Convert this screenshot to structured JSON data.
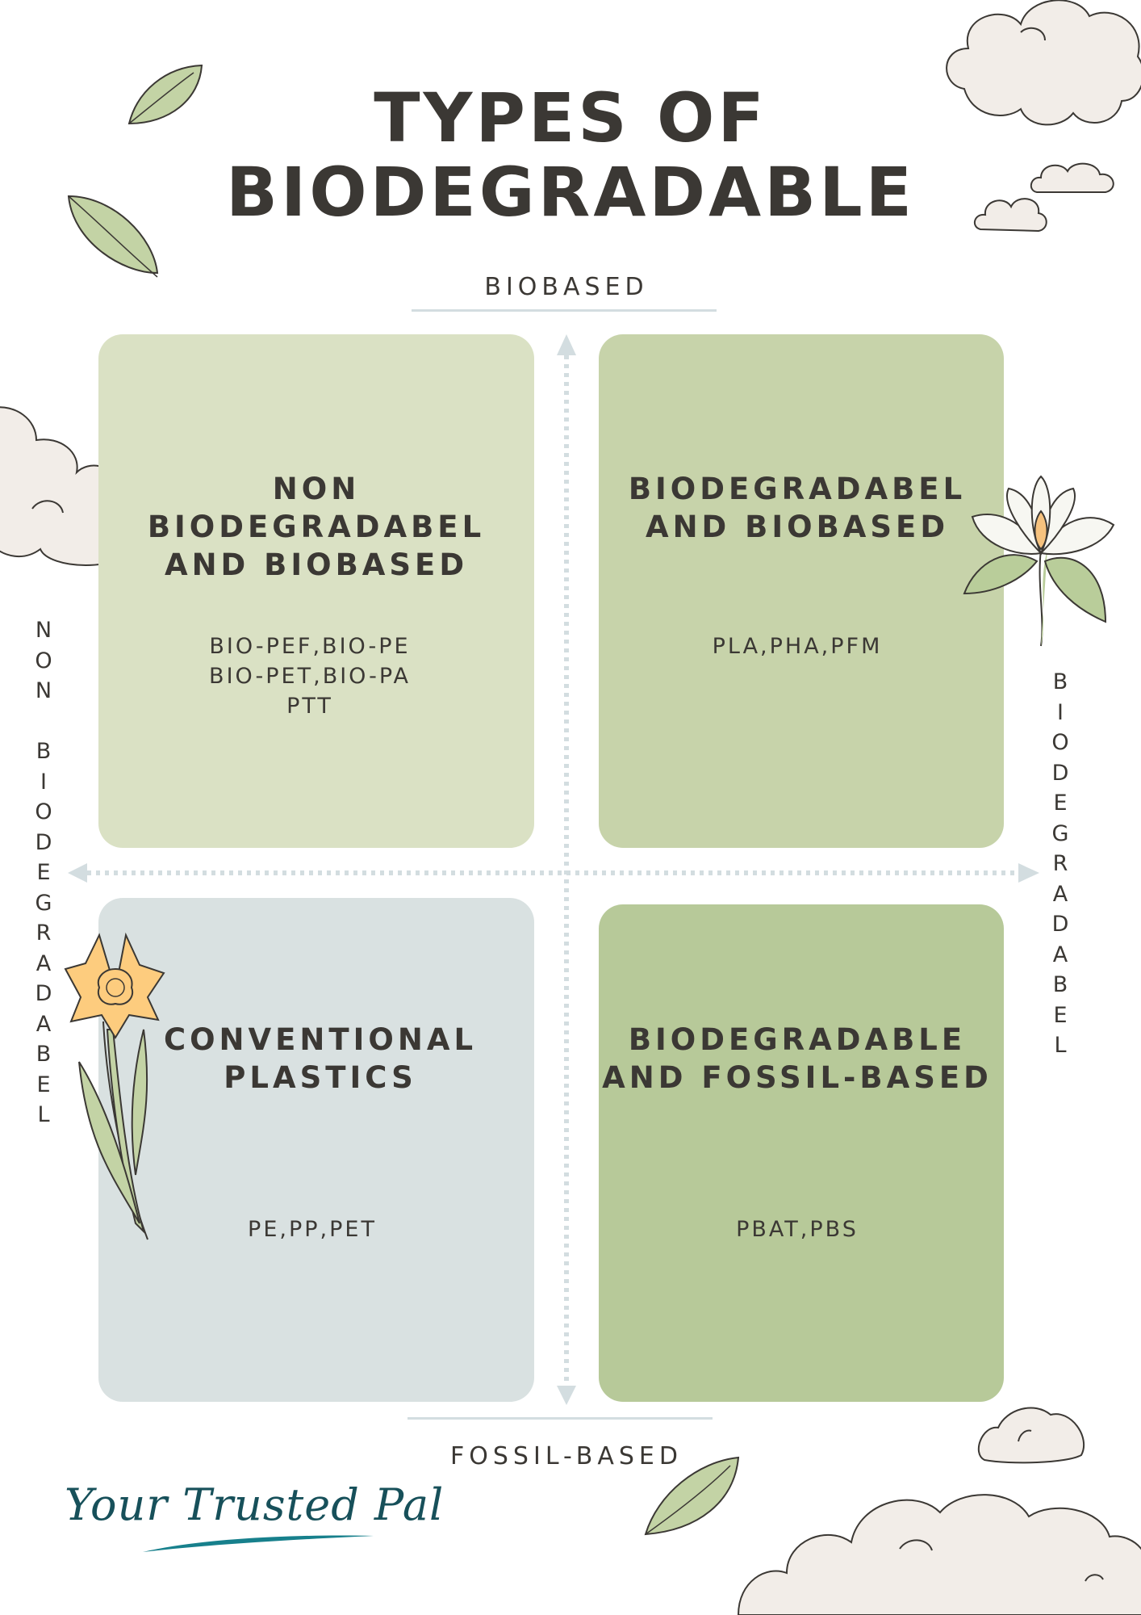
{
  "title": {
    "line1": "TYPES OF",
    "line2": "BIODEGRADABLE"
  },
  "axes": {
    "top": "BIOBASED",
    "bottom": "FOSSIL-BASED",
    "left": [
      "N",
      "O",
      "N",
      " ",
      "B",
      "I",
      "O",
      "D",
      "E",
      "G",
      "R",
      "A",
      "D",
      "A",
      "B",
      "E",
      "L"
    ],
    "right": [
      "B",
      "I",
      "O",
      "D",
      "E",
      "G",
      "R",
      "A",
      "D",
      "A",
      "B",
      "E",
      "L"
    ]
  },
  "quadrants": {
    "top_left": {
      "title": [
        "NON BIODEGRADABEL",
        "AND BIOBASED"
      ],
      "items": [
        "BIO-PEF,BIO-PE",
        "BIO-PET,BIO-PA",
        "PTT"
      ],
      "color": "#dae1c4"
    },
    "top_right": {
      "title": [
        "BIODEGRADABEL",
        "AND BIOBASED"
      ],
      "items": [
        "PLA,PHA,PFM"
      ],
      "color": "#c7d3aa"
    },
    "bottom_left": {
      "title": [
        "CONVENTIONAL",
        "PLASTICS"
      ],
      "items": [
        "PE,PP,PET"
      ],
      "color": "#d9e1e1"
    },
    "bottom_right": {
      "title": [
        "BIODEGRADABLE",
        "AND FOSSIL-BASED"
      ],
      "items": [
        "PBAT,PBS"
      ],
      "color": "#b7c999"
    }
  },
  "logo": {
    "text": "Your Trusted Pal"
  },
  "colors": {
    "axis": "#d3dde0",
    "cloud": "#f2ede8",
    "leaf": "#c3d3a5",
    "daffodil": "#fdcc7e"
  }
}
